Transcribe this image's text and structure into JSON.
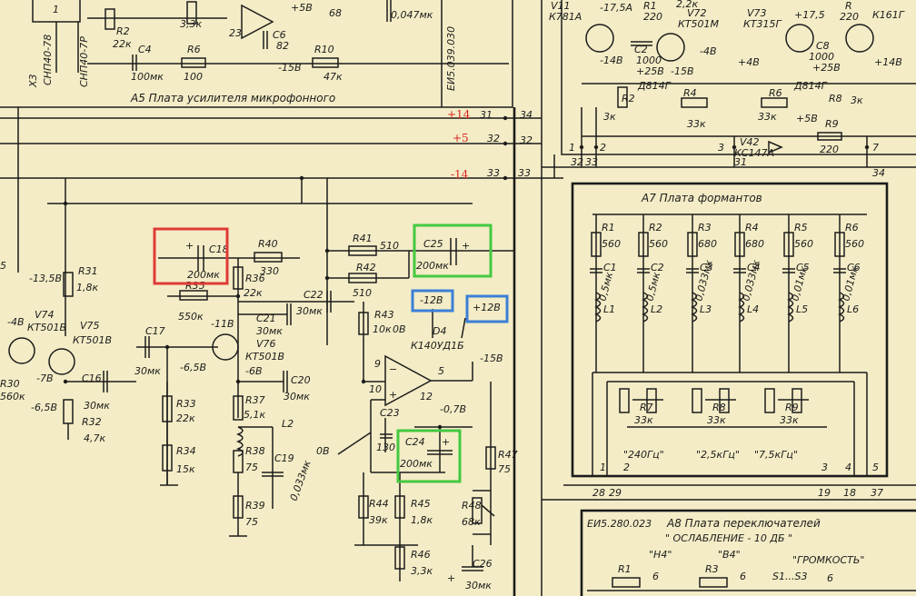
{
  "board_a5": {
    "title": "А5 Плата усилителя микрофонного",
    "code": "ЕИ5.039.030",
    "cable": "СНП40-78",
    "cable2": "СНП40-7Р",
    "x3": "Х3",
    "pin1": "1",
    "labels": [
      "R2",
      "22к",
      "C4",
      "100мк",
      "R6",
      "100",
      "3,3к",
      "23",
      "C6",
      "82",
      "+5В",
      "-15В",
      "68",
      "R10",
      "47к",
      "0,047мк"
    ]
  },
  "bus": {
    "pins": [
      "31",
      "32",
      "33",
      "34",
      "31",
      "32",
      "33"
    ],
    "voltages": [
      "+14",
      "+5",
      "-14"
    ]
  },
  "board_reg": {
    "labels": [
      "V11",
      "К781А",
      "-17,5А",
      "R1",
      "220",
      "2,2к",
      "V72",
      "КТ501М",
      "V73",
      "КТ315Г",
      "+17,5",
      "R",
      "220",
      "К161Г",
      "C2",
      "1000",
      "+25В",
      "-4В",
      "-14В",
      "Д814Г",
      "-15В",
      "+4В",
      "C8",
      "1000",
      "+25В",
      "Д814Г",
      "+14В",
      "R2",
      "3к",
      "R4",
      "33к",
      "R6",
      "R8",
      "3к",
      "33к",
      "+5В",
      "R9",
      "220",
      "V42",
      "КС147А",
      "1",
      "2",
      "3",
      "7",
      "34",
      "32",
      "33",
      "31"
    ]
  },
  "board_a7": {
    "title": "А7 Плата формантов",
    "resistors": [
      {
        "name": "R1",
        "value": "560"
      },
      {
        "name": "R2",
        "value": "560"
      },
      {
        "name": "R3",
        "value": "680"
      },
      {
        "name": "R4",
        "value": "680"
      },
      {
        "name": "R5",
        "value": "560"
      },
      {
        "name": "R6",
        "value": "560"
      }
    ],
    "capacitors": [
      {
        "name": "C1",
        "value": "0,5мк"
      },
      {
        "name": "C2",
        "value": "0,5мк"
      },
      {
        "name": "C3",
        "value": "0,033мк"
      },
      {
        "name": "C4",
        "value": "0,033мк"
      },
      {
        "name": "C5",
        "value": "0,01мк"
      },
      {
        "name": "C6",
        "value": "0,01мк"
      }
    ],
    "inductors": [
      "L1",
      "L2",
      "L3",
      "L4",
      "L5",
      "L6"
    ],
    "pots": [
      {
        "name": "R7",
        "value": "33к"
      },
      {
        "name": "R8",
        "value": "33к"
      },
      {
        "name": "R9",
        "value": "33к"
      }
    ],
    "freqs": [
      "\"240Гц\"",
      "\"2,5кГц\"",
      "\"7,5кГц\""
    ],
    "pins": [
      "1",
      "2",
      "3",
      "4",
      "5"
    ],
    "ext_pins": [
      "28",
      "29",
      "19",
      "18",
      "37"
    ]
  },
  "board_a8": {
    "code": "ЕИ5.280.023",
    "title": "А8 Плата переключателей",
    "subtitle": "\" ОСЛАБЛЕНИЕ - 10 ДБ \"",
    "col1": "\"Н4\"",
    "col2": "\"В4\"",
    "col3": "\"ГРОМКОСТЬ\"",
    "labels": [
      "R1",
      "6",
      "R3",
      "6",
      "S1...S3",
      "6"
    ]
  },
  "main": {
    "left_labels": [
      "5",
      "-13,5В",
      "R31",
      "1,8к",
      "-4В",
      "V74",
      "КТ501В",
      "V75",
      "КТ501В",
      "R30",
      "560к",
      "-7В",
      "-6,5В",
      "C16",
      "30мк",
      "R32",
      "4,7к"
    ],
    "c17": [
      "C17",
      "30мк",
      "-6,5В"
    ],
    "c18": {
      "name": "C18",
      "value": "200мк"
    },
    "r40": [
      "R40",
      "330"
    ],
    "r35": [
      "R35",
      "550к"
    ],
    "r36": [
      "R36",
      "22к"
    ],
    "v76": [
      "-11В",
      "V76",
      "КТ501В",
      "-6В"
    ],
    "c21": [
      "C21",
      "30мк"
    ],
    "c22": [
      "C22",
      "30мк"
    ],
    "c20": [
      "C20",
      "30мк"
    ],
    "r33": [
      "R33",
      "22к"
    ],
    "r34": [
      "R34",
      "15к"
    ],
    "r37": [
      "R37",
      "5,1к"
    ],
    "l2": "L2",
    "r38": [
      "R38",
      "75"
    ],
    "c19": [
      "C19",
      "0,033мк"
    ],
    "r39": [
      "R39",
      "75"
    ],
    "r41": [
      "R41",
      "510"
    ],
    "r42": [
      "R42",
      "510"
    ],
    "c25": {
      "name": "C25",
      "value": "200мк"
    },
    "neg12": "-12В",
    "pos12": "+12В",
    "r43": [
      "R43",
      "10к",
      "0В"
    ],
    "d4": [
      "D4",
      "К140УД1Б"
    ],
    "opamp_pins": [
      "9",
      "10",
      "5",
      "12",
      "-15В",
      "-0,7В"
    ],
    "c23": [
      "C23",
      "130"
    ],
    "c24": {
      "name": "C24",
      "value": "200мк"
    },
    "r47": [
      "R47",
      "75"
    ],
    "r48": [
      "R48",
      "68к"
    ],
    "r44": [
      "R44",
      "39к"
    ],
    "r45": [
      "R45",
      "1,8к"
    ],
    "r46": [
      "R46",
      "3,3к"
    ],
    "c26": [
      "C26",
      "30мк"
    ],
    "zero": "0В"
  }
}
